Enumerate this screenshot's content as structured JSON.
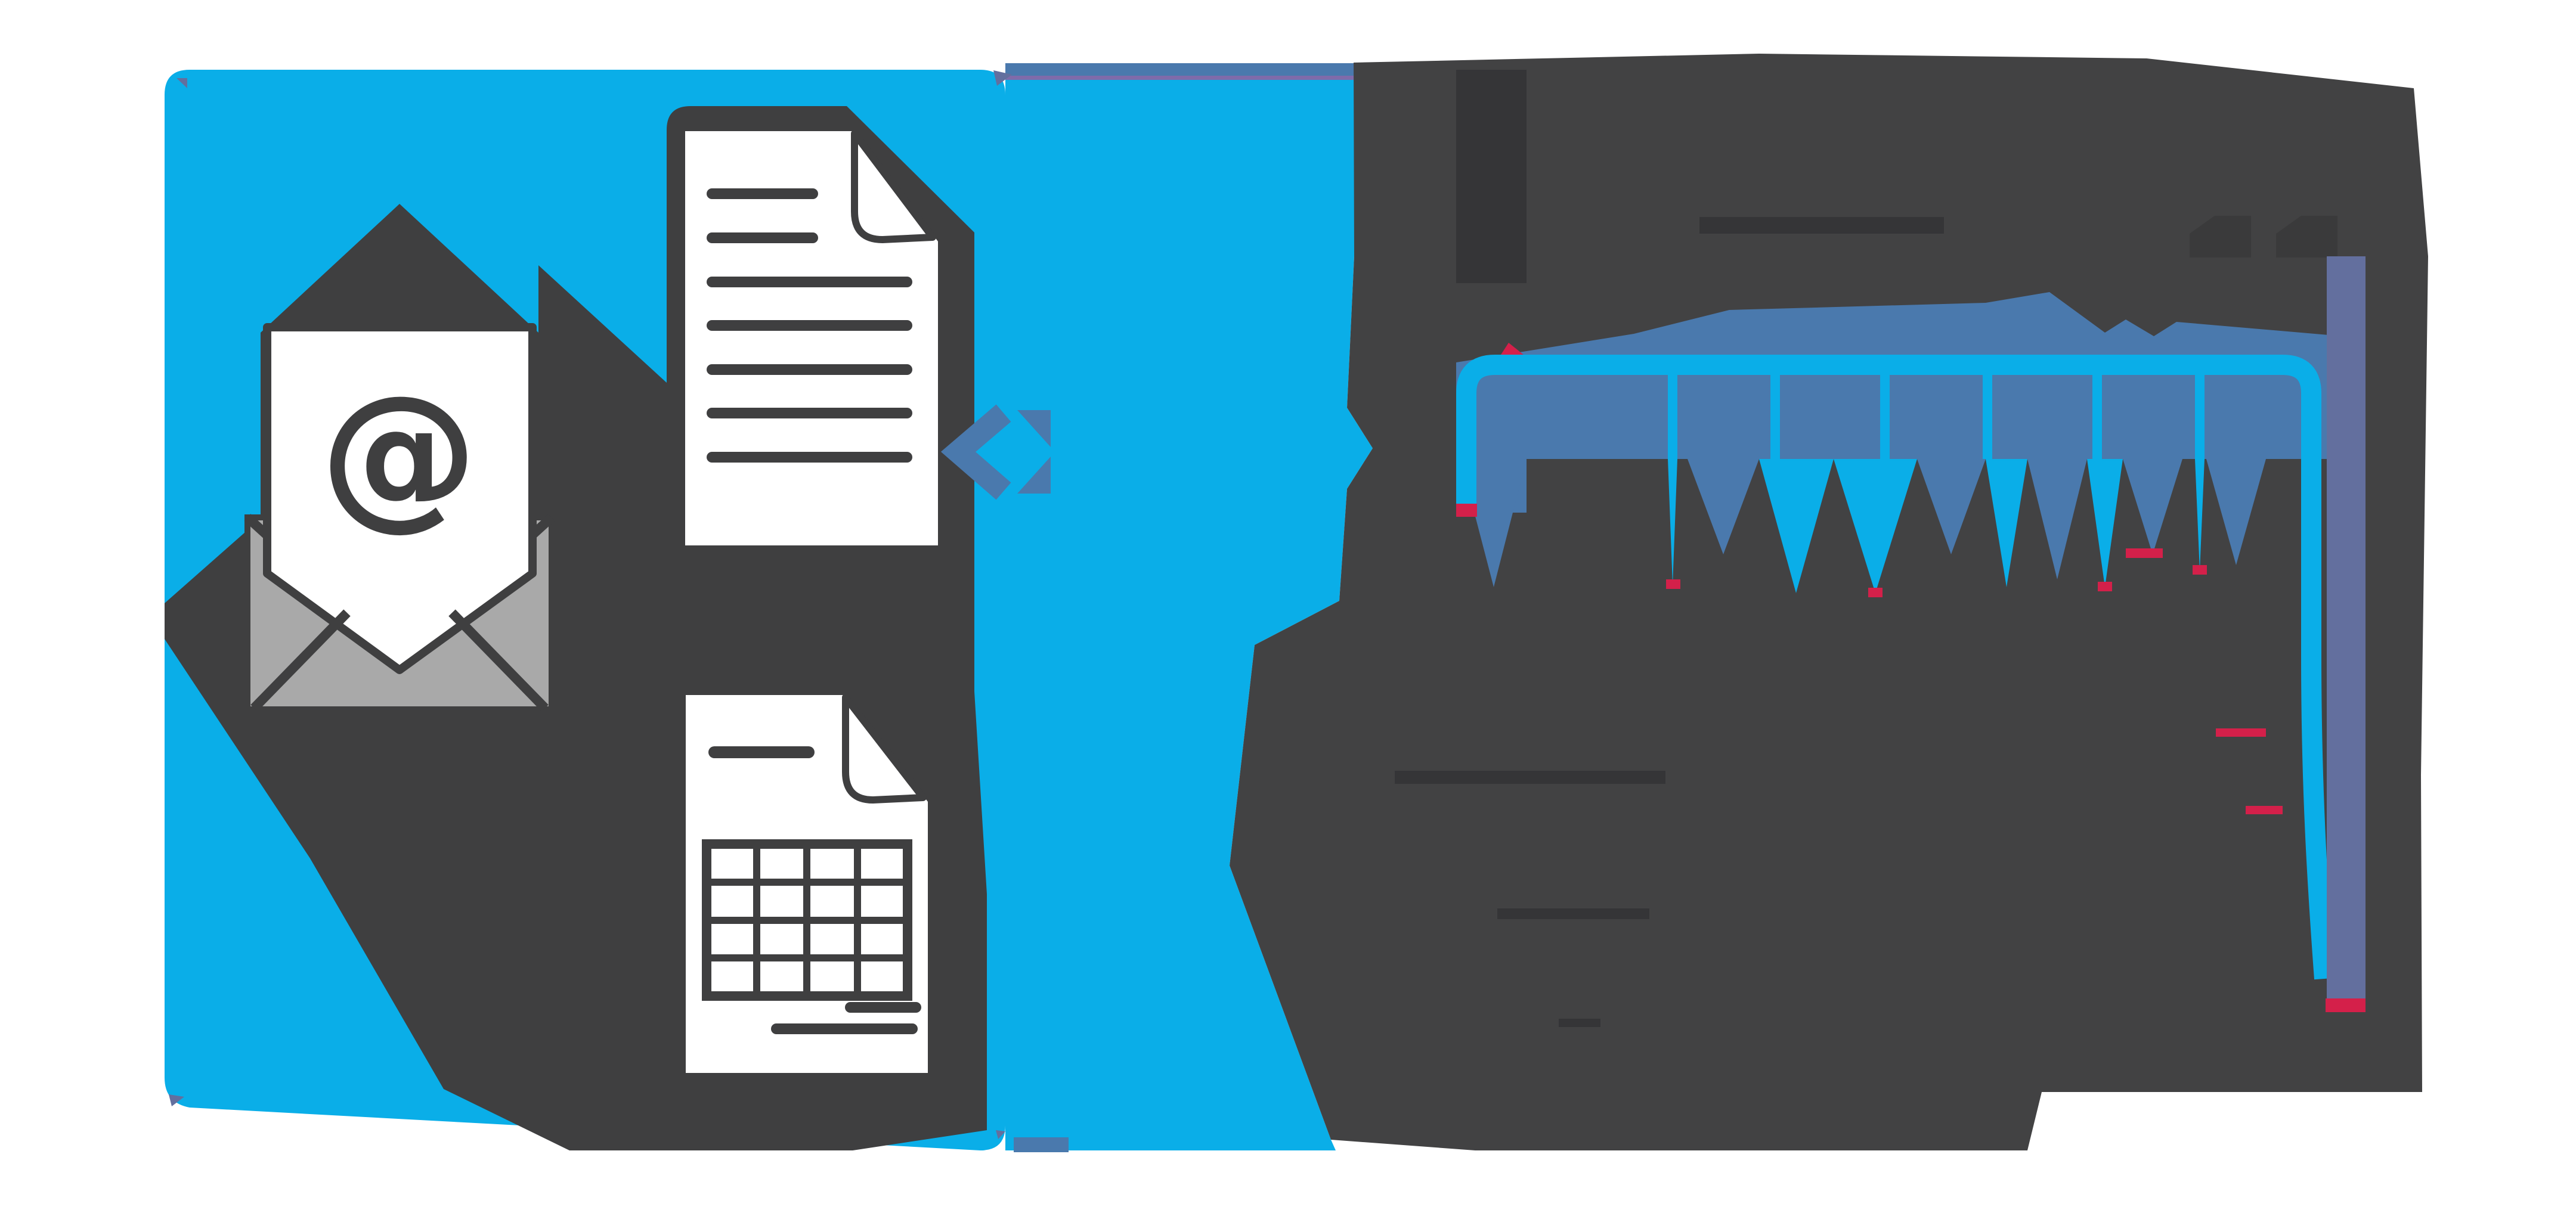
{
  "meta": {
    "kind": "flat-design illustration, partially glitch-distorted render",
    "subject": "emails and document attachments being parsed/exported (envelope + text document + spreadsheet) with distorted browser-form shapes on the right"
  },
  "palette": {
    "background": "#ffffff",
    "blue": "#0aaee8",
    "steel": "#4a79ad",
    "slate": "#636f9e",
    "purple": "#7f6baa",
    "charcoal": "#3f3f40",
    "blob": "#424243",
    "dark": "#353537",
    "quote": "#3a3a3b",
    "gray": "#a9a9a9",
    "white": "#ffffff",
    "red": "#d4204a"
  },
  "envelope": {
    "at_symbol": "@"
  },
  "documents": {
    "text_document": {
      "short_lines": 2,
      "long_lines": 5
    },
    "spreadsheet": {
      "grid_rows": 4,
      "grid_cols": 4,
      "footer_dashes": 2
    }
  },
  "icons": [
    {
      "name": "email-envelope-at-icon"
    },
    {
      "name": "text-document-icon"
    },
    {
      "name": "spreadsheet-document-icon"
    },
    {
      "name": "code-brackets-icon"
    }
  ]
}
